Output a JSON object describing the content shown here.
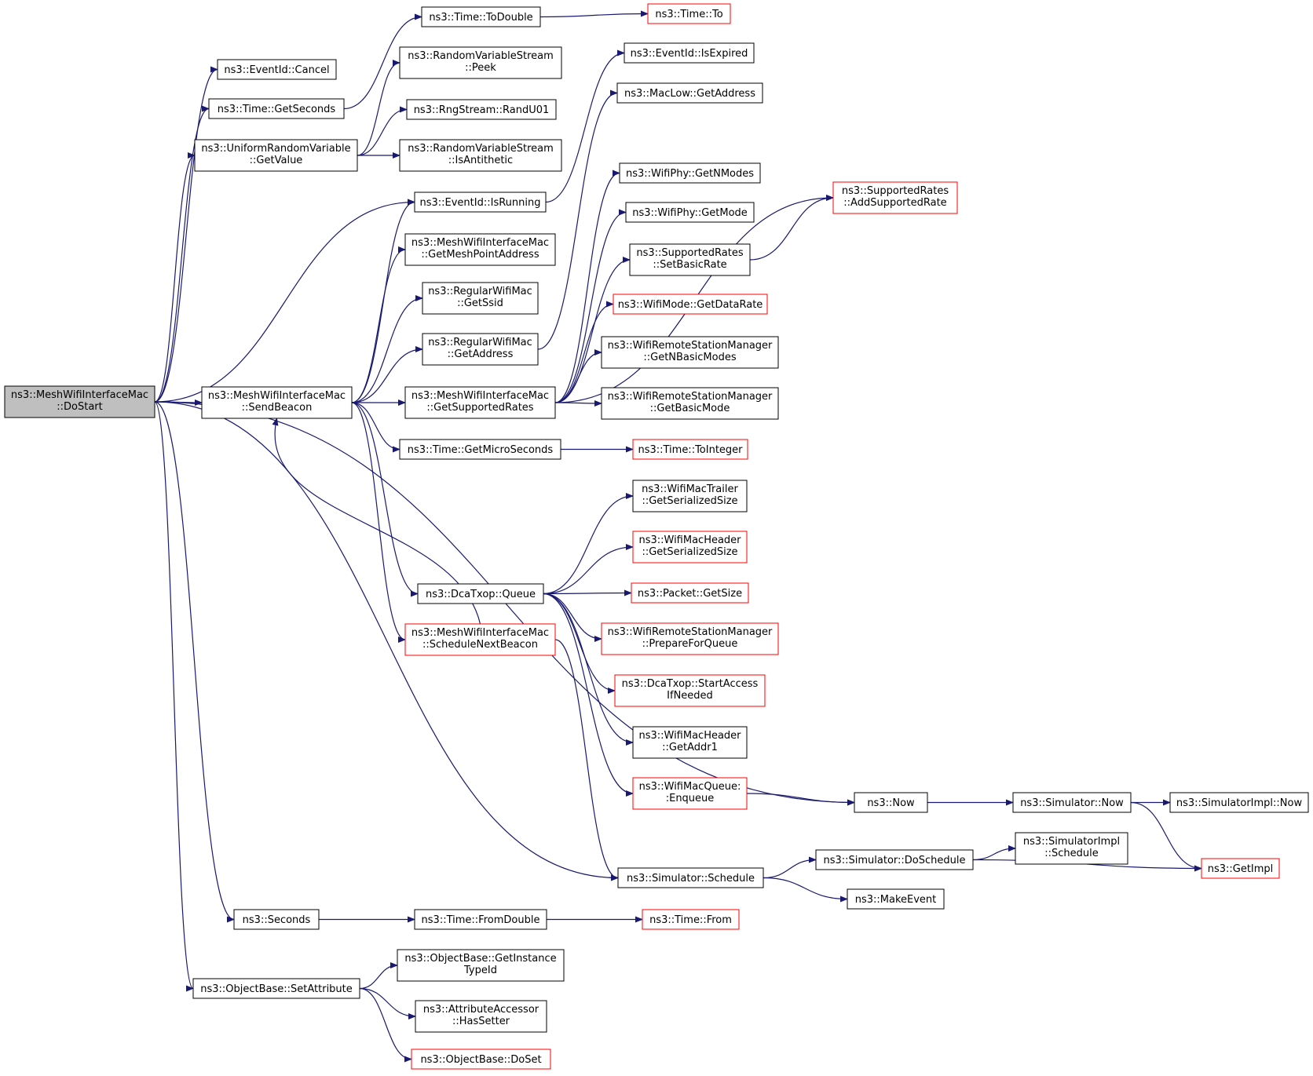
{
  "colors": {
    "edge": "#191970",
    "normal_border": "#000000",
    "truncated_border": "#ff0000",
    "root_fill": "#bfbfbf",
    "node_fill": "#ffffff"
  },
  "nodes": [
    {
      "id": "root",
      "lines": [
        "ns3::MeshWifiInterfaceMac",
        "::DoStart"
      ],
      "style": "root"
    },
    {
      "id": "cancel",
      "lines": [
        "ns3::EventId::Cancel"
      ],
      "style": "normal"
    },
    {
      "id": "getseconds",
      "lines": [
        "ns3::Time::GetSeconds"
      ],
      "style": "normal"
    },
    {
      "id": "urvgetvalue",
      "lines": [
        "ns3::UniformRandomVariable",
        "::GetValue"
      ],
      "style": "normal"
    },
    {
      "id": "isrunning",
      "lines": [
        "ns3::EventId::IsRunning"
      ],
      "style": "normal"
    },
    {
      "id": "sendbeacon",
      "lines": [
        "ns3::MeshWifiInterfaceMac",
        "::SendBeacon"
      ],
      "style": "normal"
    },
    {
      "id": "seconds",
      "lines": [
        "ns3::Seconds"
      ],
      "style": "normal"
    },
    {
      "id": "setattribute",
      "lines": [
        "ns3::ObjectBase::SetAttribute"
      ],
      "style": "normal"
    },
    {
      "id": "todouble",
      "lines": [
        "ns3::Time::ToDouble"
      ],
      "style": "normal"
    },
    {
      "id": "peek",
      "lines": [
        "ns3::RandomVariableStream",
        "::Peek"
      ],
      "style": "normal"
    },
    {
      "id": "randu01",
      "lines": [
        "ns3::RngStream::RandU01"
      ],
      "style": "normal"
    },
    {
      "id": "isantithetic",
      "lines": [
        "ns3::RandomVariableStream",
        "::IsAntithetic"
      ],
      "style": "normal"
    },
    {
      "id": "getmeshpoint",
      "lines": [
        "ns3::MeshWifiInterfaceMac",
        "::GetMeshPointAddress"
      ],
      "style": "normal"
    },
    {
      "id": "getssid",
      "lines": [
        "ns3::RegularWifiMac",
        "::GetSsid"
      ],
      "style": "normal"
    },
    {
      "id": "rwmgetaddress",
      "lines": [
        "ns3::RegularWifiMac",
        "::GetAddress"
      ],
      "style": "normal"
    },
    {
      "id": "getsupportedrates",
      "lines": [
        "ns3::MeshWifiInterfaceMac",
        "::GetSupportedRates"
      ],
      "style": "normal"
    },
    {
      "id": "getmicroseconds",
      "lines": [
        "ns3::Time::GetMicroSeconds"
      ],
      "style": "normal"
    },
    {
      "id": "dcaqueue",
      "lines": [
        "ns3::DcaTxop::Queue"
      ],
      "style": "normal"
    },
    {
      "id": "schedulenext",
      "lines": [
        "ns3::MeshWifiInterfaceMac",
        "::ScheduleNextBeacon"
      ],
      "style": "truncated"
    },
    {
      "id": "timeto",
      "lines": [
        "ns3::Time::To"
      ],
      "style": "truncated"
    },
    {
      "id": "isexpired",
      "lines": [
        "ns3::EventId::IsExpired"
      ],
      "style": "normal"
    },
    {
      "id": "maclowgetaddress",
      "lines": [
        "ns3::MacLow::GetAddress"
      ],
      "style": "normal"
    },
    {
      "id": "getnmodes",
      "lines": [
        "ns3::WifiPhy::GetNModes"
      ],
      "style": "normal"
    },
    {
      "id": "getmode",
      "lines": [
        "ns3::WifiPhy::GetMode"
      ],
      "style": "normal"
    },
    {
      "id": "setbasicrate",
      "lines": [
        "ns3::SupportedRates",
        "::SetBasicRate"
      ],
      "style": "normal"
    },
    {
      "id": "getdatarate",
      "lines": [
        "ns3::WifiMode::GetDataRate"
      ],
      "style": "truncated"
    },
    {
      "id": "getnbasicmodes",
      "lines": [
        "ns3::WifiRemoteStationManager",
        "::GetNBasicModes"
      ],
      "style": "normal"
    },
    {
      "id": "getbasicmode",
      "lines": [
        "ns3::WifiRemoteStationManager",
        "::GetBasicMode"
      ],
      "style": "normal"
    },
    {
      "id": "addsupportedrate",
      "lines": [
        "ns3::SupportedRates",
        "::AddSupportedRate"
      ],
      "style": "truncated"
    },
    {
      "id": "tointeger",
      "lines": [
        "ns3::Time::ToInteger"
      ],
      "style": "truncated"
    },
    {
      "id": "trailersize",
      "lines": [
        "ns3::WifiMacTrailer",
        "::GetSerializedSize"
      ],
      "style": "normal"
    },
    {
      "id": "headersize",
      "lines": [
        "ns3::WifiMacHeader",
        "::GetSerializedSize"
      ],
      "style": "truncated"
    },
    {
      "id": "packetgetsize",
      "lines": [
        "ns3::Packet::GetSize"
      ],
      "style": "truncated"
    },
    {
      "id": "prepareforqueue",
      "lines": [
        "ns3::WifiRemoteStationManager",
        "::PrepareForQueue"
      ],
      "style": "truncated"
    },
    {
      "id": "startaccess",
      "lines": [
        "ns3::DcaTxop::StartAccess",
        "IfNeeded"
      ],
      "style": "truncated"
    },
    {
      "id": "getaddr1",
      "lines": [
        "ns3::WifiMacHeader",
        "::GetAddr1"
      ],
      "style": "normal"
    },
    {
      "id": "enqueue",
      "lines": [
        "ns3::WifiMacQueue:",
        ":Enqueue"
      ],
      "style": "truncated"
    },
    {
      "id": "now",
      "lines": [
        "ns3::Now"
      ],
      "style": "normal"
    },
    {
      "id": "simnow",
      "lines": [
        "ns3::Simulator::Now"
      ],
      "style": "normal"
    },
    {
      "id": "simimplnow",
      "lines": [
        "ns3::SimulatorImpl::Now"
      ],
      "style": "normal"
    },
    {
      "id": "simschedule",
      "lines": [
        "ns3::Simulator::Schedule"
      ],
      "style": "normal"
    },
    {
      "id": "doschedule",
      "lines": [
        "ns3::Simulator::DoSchedule"
      ],
      "style": "normal"
    },
    {
      "id": "simimplschedule",
      "lines": [
        "ns3::SimulatorImpl",
        "::Schedule"
      ],
      "style": "normal"
    },
    {
      "id": "getimpl",
      "lines": [
        "ns3::GetImpl"
      ],
      "style": "truncated"
    },
    {
      "id": "makeevent",
      "lines": [
        "ns3::MakeEvent"
      ],
      "style": "normal"
    },
    {
      "id": "fromdouble",
      "lines": [
        "ns3::Time::FromDouble"
      ],
      "style": "normal"
    },
    {
      "id": "timefrom",
      "lines": [
        "ns3::Time::From"
      ],
      "style": "truncated"
    },
    {
      "id": "getinstancetypeid",
      "lines": [
        "ns3::ObjectBase::GetInstance",
        "TypeId"
      ],
      "style": "normal"
    },
    {
      "id": "hassetter",
      "lines": [
        "ns3::AttributeAccessor",
        "::HasSetter"
      ],
      "style": "normal"
    },
    {
      "id": "doset",
      "lines": [
        "ns3::ObjectBase::DoSet"
      ],
      "style": "truncated"
    }
  ],
  "edges": [
    [
      "root",
      "cancel"
    ],
    [
      "root",
      "getseconds"
    ],
    [
      "root",
      "urvgetvalue"
    ],
    [
      "root",
      "isrunning"
    ],
    [
      "root",
      "sendbeacon"
    ],
    [
      "root",
      "now"
    ],
    [
      "root",
      "simschedule"
    ],
    [
      "root",
      "seconds"
    ],
    [
      "root",
      "setattribute"
    ],
    [
      "getseconds",
      "todouble"
    ],
    [
      "todouble",
      "timeto"
    ],
    [
      "urvgetvalue",
      "peek"
    ],
    [
      "urvgetvalue",
      "randu01"
    ],
    [
      "urvgetvalue",
      "isantithetic"
    ],
    [
      "isrunning",
      "isexpired"
    ],
    [
      "sendbeacon",
      "isrunning"
    ],
    [
      "sendbeacon",
      "getmeshpoint"
    ],
    [
      "sendbeacon",
      "getssid"
    ],
    [
      "sendbeacon",
      "rwmgetaddress"
    ],
    [
      "sendbeacon",
      "getsupportedrates"
    ],
    [
      "sendbeacon",
      "getmicroseconds"
    ],
    [
      "sendbeacon",
      "dcaqueue"
    ],
    [
      "sendbeacon",
      "schedulenext"
    ],
    [
      "schedulenext",
      "sendbeacon"
    ],
    [
      "schedulenext",
      "simschedule"
    ],
    [
      "rwmgetaddress",
      "maclowgetaddress"
    ],
    [
      "getsupportedrates",
      "addsupportedrate"
    ],
    [
      "getsupportedrates",
      "getnmodes"
    ],
    [
      "getsupportedrates",
      "getmode"
    ],
    [
      "getsupportedrates",
      "setbasicrate"
    ],
    [
      "getsupportedrates",
      "getdatarate"
    ],
    [
      "getsupportedrates",
      "getnbasicmodes"
    ],
    [
      "getsupportedrates",
      "getbasicmode"
    ],
    [
      "setbasicrate",
      "addsupportedrate"
    ],
    [
      "getmicroseconds",
      "tointeger"
    ],
    [
      "dcaqueue",
      "trailersize"
    ],
    [
      "dcaqueue",
      "headersize"
    ],
    [
      "dcaqueue",
      "packetgetsize"
    ],
    [
      "dcaqueue",
      "prepareforqueue"
    ],
    [
      "dcaqueue",
      "startaccess"
    ],
    [
      "dcaqueue",
      "getaddr1"
    ],
    [
      "dcaqueue",
      "enqueue"
    ],
    [
      "enqueue",
      "now"
    ],
    [
      "now",
      "simnow"
    ],
    [
      "simnow",
      "simimplnow"
    ],
    [
      "simnow",
      "getimpl"
    ],
    [
      "simschedule",
      "doschedule"
    ],
    [
      "simschedule",
      "makeevent"
    ],
    [
      "doschedule",
      "simimplschedule"
    ],
    [
      "doschedule",
      "getimpl"
    ],
    [
      "seconds",
      "fromdouble"
    ],
    [
      "fromdouble",
      "timefrom"
    ],
    [
      "setattribute",
      "getinstancetypeid"
    ],
    [
      "setattribute",
      "hassetter"
    ],
    [
      "setattribute",
      "doset"
    ]
  ]
}
